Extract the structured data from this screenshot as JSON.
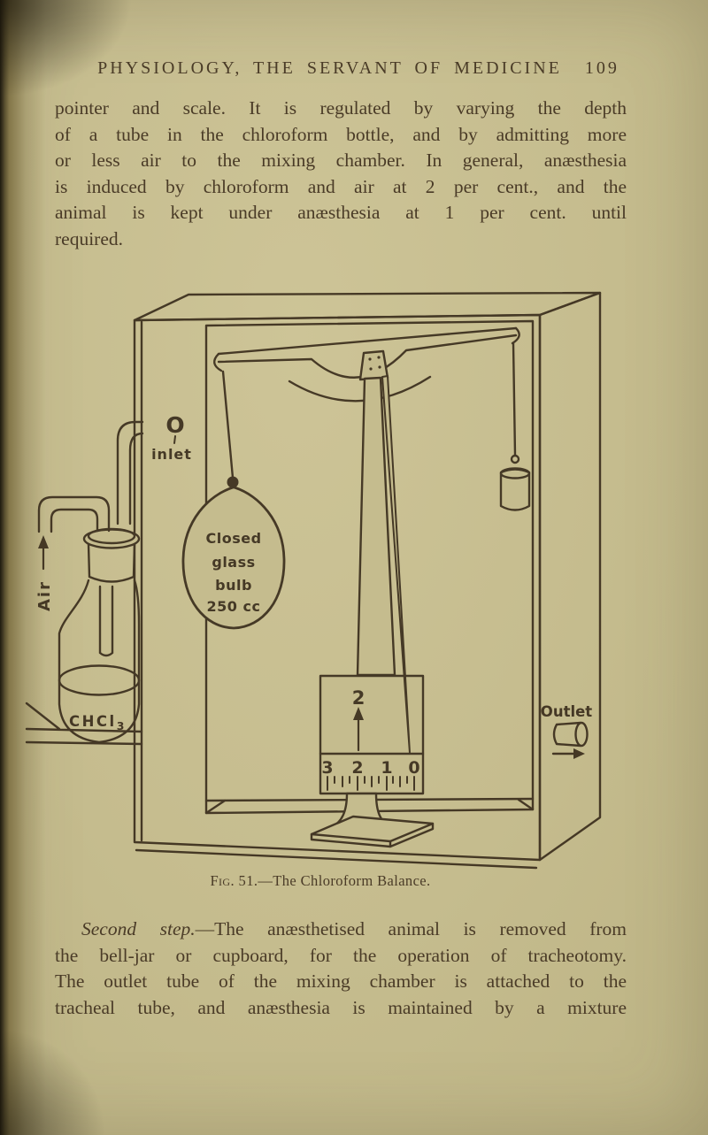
{
  "header": {
    "title": "PHYSIOLOGY, THE SERVANT OF MEDICINE",
    "page_number": "109"
  },
  "intro_paragraph": {
    "lines": [
      "pointer and scale. It is regulated by varying the depth",
      "of a tube in the chloroform bottle, and by admitting more",
      "or less air to the mixing chamber. In general, anæsthesia",
      "is induced by chloroform and air at 2 per cent., and the",
      "animal is kept under anæsthesia at 1 per cent. until",
      "required."
    ]
  },
  "figure": {
    "caption_prefix": "Fig. 51.",
    "caption_rest": "—The Chloroform Balance.",
    "labels": {
      "inlet_o": "O",
      "inlet": "inlet",
      "air": "Air",
      "bottle": "CHCl",
      "bottle_subscript": "3",
      "bulb": [
        "Closed",
        "glass",
        "bulb",
        "250 cc"
      ],
      "index_value": "2",
      "scale": [
        "3",
        "2",
        "1",
        "0"
      ],
      "outlet": "Outlet"
    },
    "ink_color": "#3c2f1e",
    "paper_color": "#c5bc8e"
  },
  "second_paragraph": {
    "lead": "Second step.",
    "lines": [
      "—The anæsthetised animal is removed from",
      "the bell-jar or cupboard, for the operation of tracheotomy.",
      "The outlet tube of the mixing chamber is attached to the",
      "tracheal tube, and anæsthesia is maintained by a mixture"
    ]
  }
}
